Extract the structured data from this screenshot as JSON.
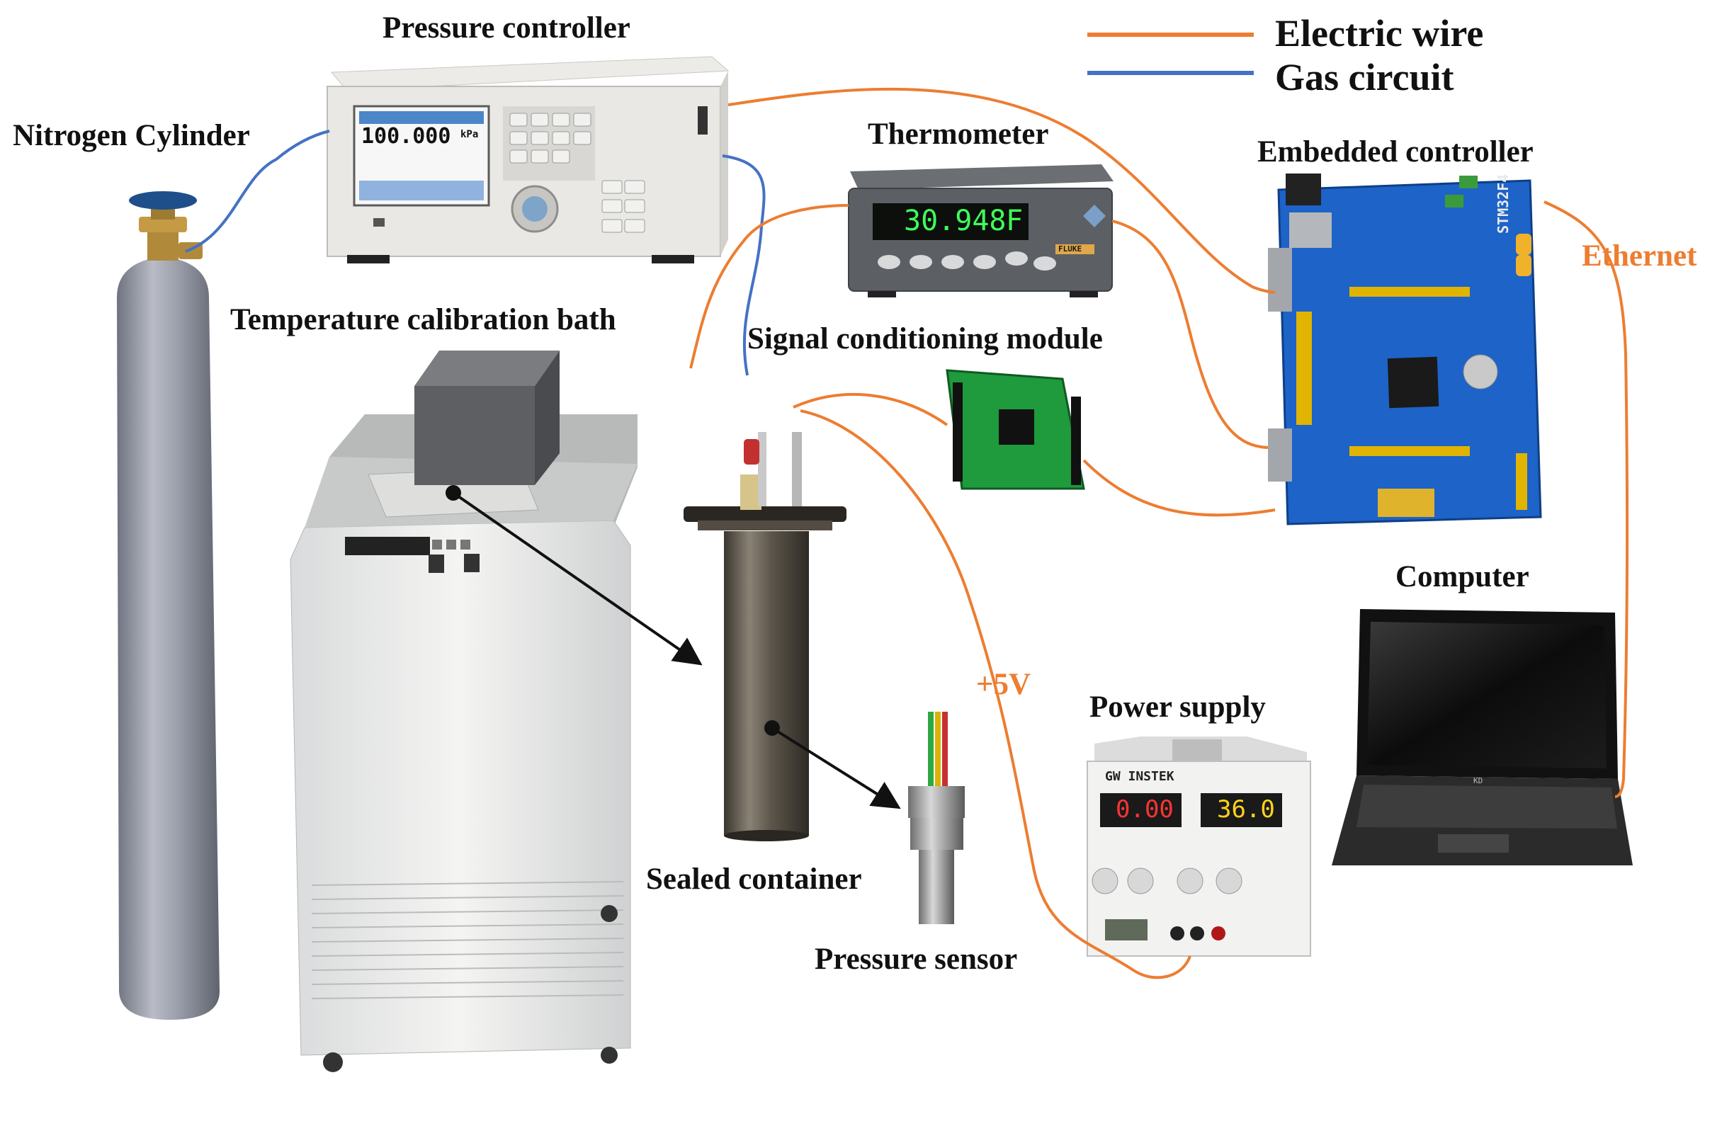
{
  "legend": {
    "electric_label": "Electric wire",
    "gas_label": "Gas circuit",
    "electric_color": "#ED7D31",
    "gas_color": "#4472C4"
  },
  "labels": {
    "pressure_controller": "Pressure controller",
    "nitrogen_cylinder": "Nitrogen Cylinder",
    "thermometer": "Thermometer",
    "embedded_controller": "Embedded controller",
    "ethernet": "Ethernet",
    "temperature_bath": "Temperature calibration bath",
    "signal_module": "Signal conditioning module",
    "computer": "Computer",
    "five_volt": "+5V",
    "power_supply": "Power supply",
    "sealed_container": "Sealed container",
    "pressure_sensor": "Pressure sensor"
  },
  "device_text": {
    "pressure_reading": "100.000",
    "pressure_unit": "kPa",
    "thermometer_reading": "30.948",
    "thermometer_unit": "F",
    "thermometer_brand": "FLUKE",
    "psu_brand": "GW INSTEK",
    "psu_current": "0.00",
    "psu_voltage": "36.0",
    "board_marking": "STM32F4",
    "laptop_brand": "KD"
  }
}
